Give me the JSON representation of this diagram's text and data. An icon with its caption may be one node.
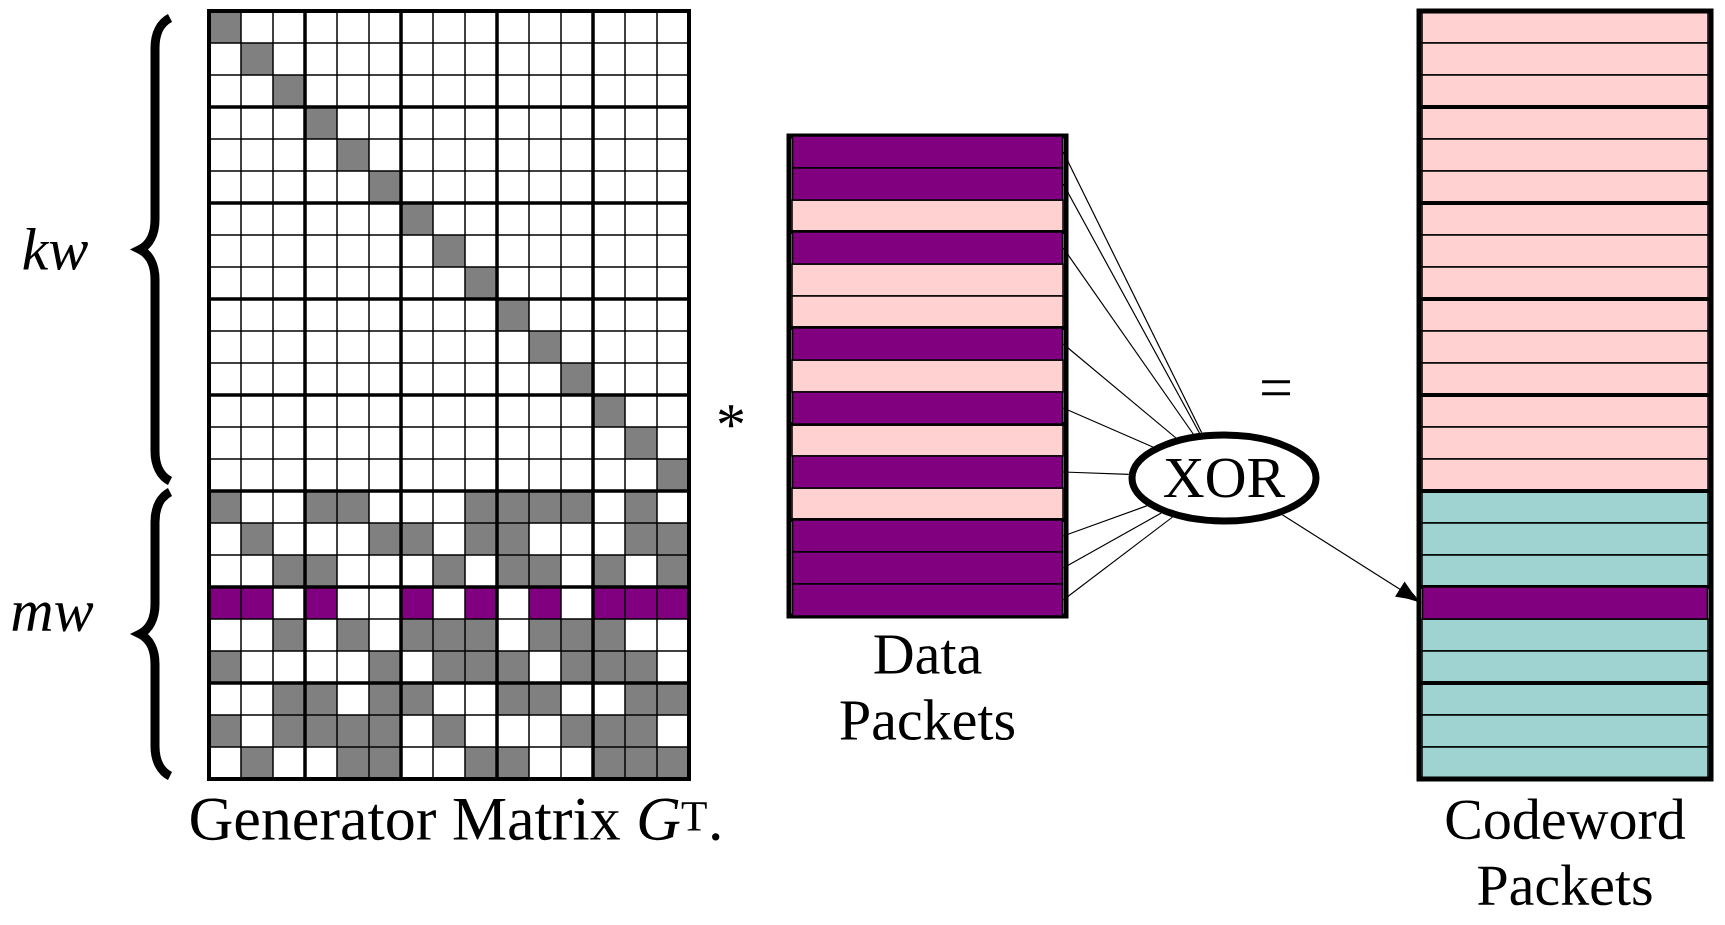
{
  "diagram": {
    "nodes": [
      {
        "text": [
          "Generator Matrix *G*$^{T}$."
        ]
      },
      {
        "text": [
          "Data Packets"
        ]
      },
      {
        "text": [],
        "shape": "bar",
        "in": 1
      },
      {
        "text": [],
        "shape": "bar",
        "in": 1
      },
      {
        "text": [],
        "shape": "bar",
        "in": 1
      },
      {
        "text": [],
        "shape": "bar",
        "in": 1
      },
      {
        "text": [],
        "shape": "bar",
        "in": 1
      },
      {
        "text": [],
        "shape": "bar",
        "in": 1
      },
      {
        "text": [],
        "shape": "bar",
        "in": 1
      },
      {
        "text": [],
        "shape": "bar",
        "in": 1
      },
      {
        "text": [],
        "shape": "bar",
        "in": 1
      },
      {
        "text": [
          "XOR"
        ]
      },
      {
        "text": [
          "Codeword Packets"
        ]
      },
      {
        "text": [],
        "shape": "bar",
        "in": 12
      }
    ],
    "edges": [
      {
        "from": 2,
        "to": 11,
        "arrow": "none"
      },
      {
        "from": 3,
        "to": 11,
        "arrow": "none"
      },
      {
        "from": 4,
        "to": 11,
        "arrow": "none"
      },
      {
        "from": 5,
        "to": 11,
        "arrow": "none"
      },
      {
        "from": 6,
        "to": 11,
        "arrow": "none"
      },
      {
        "from": 7,
        "to": 11,
        "arrow": "none"
      },
      {
        "from": 8,
        "to": 11,
        "arrow": "none"
      },
      {
        "from": 9,
        "to": 11,
        "arrow": "none"
      },
      {
        "from": 10,
        "to": 11,
        "arrow": "none"
      },
      {
        "from": 11,
        "to": 13,
        "arrow": "to"
      }
    ],
    "labels": [
      "kw",
      "mw",
      "*",
      "="
    ]
  }
}
